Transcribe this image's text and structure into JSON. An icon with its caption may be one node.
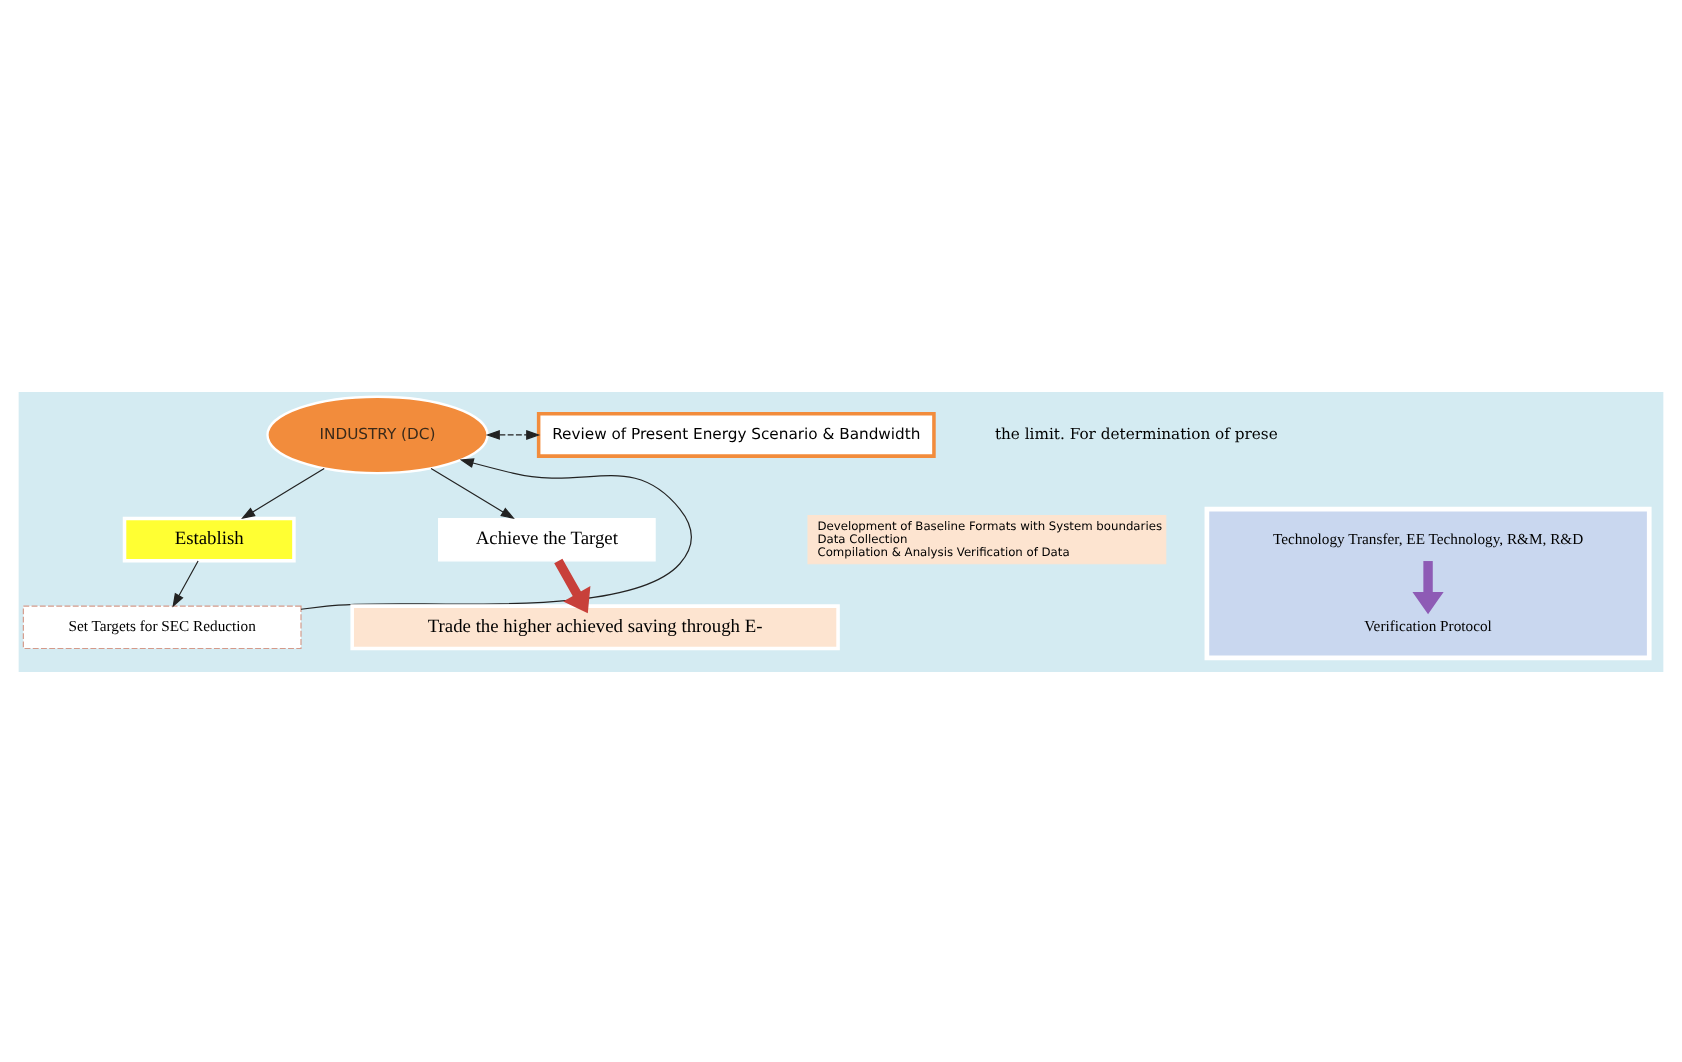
{
  "diagram": {
    "nodes": [
      {
        "text": [
          "INDUSTRY (DC)"
        ]
      },
      {
        "text": [
          "Review of Present Energy Scenario & Bandwidth"
        ]
      },
      {
        "text": [
          "Establish"
        ]
      },
      {
        "text": [
          "Development of Baseline Formats with System boundaries",
          "Data Collection",
          "Compilation & Analysis Verification of Data"
        ]
      },
      {
        "text": [
          "Set Targets for SEC Reduction"
        ]
      },
      {
        "text": [
          "Achieve the Target"
        ]
      },
      {
        "text": [],
        "shape": "box"
      },
      {
        "text": [
          "Technology Transfer, EE Technology, R&M, R&D"
        ],
        "in": 6
      },
      {
        "text": [
          "Verification Protocol"
        ],
        "in": 6
      },
      {
        "text": [
          "Trade the higher achieved saving through E-"
        ]
      }
    ],
    "edges": [
      {
        "from": 0,
        "to": 1,
        "arrow": "both",
        "style": "dashed"
      },
      {
        "from": 0,
        "to": 2,
        "arrow": "to"
      },
      {
        "from": 2,
        "to": 4,
        "arrow": "to"
      },
      {
        "from": 4,
        "to": 0,
        "arrow": "to"
      },
      {
        "from": 0,
        "to": 5,
        "arrow": "to"
      },
      {
        "from": 5,
        "to": 9,
        "arrow": "to",
        "style": "thick",
        "color": "#c8403a"
      },
      {
        "from": 7,
        "to": 8,
        "arrow": "to",
        "style": "thick",
        "color": "#8e5bb5"
      }
    ],
    "labels": [
      "the limit. For determination of prese"
    ]
  }
}
